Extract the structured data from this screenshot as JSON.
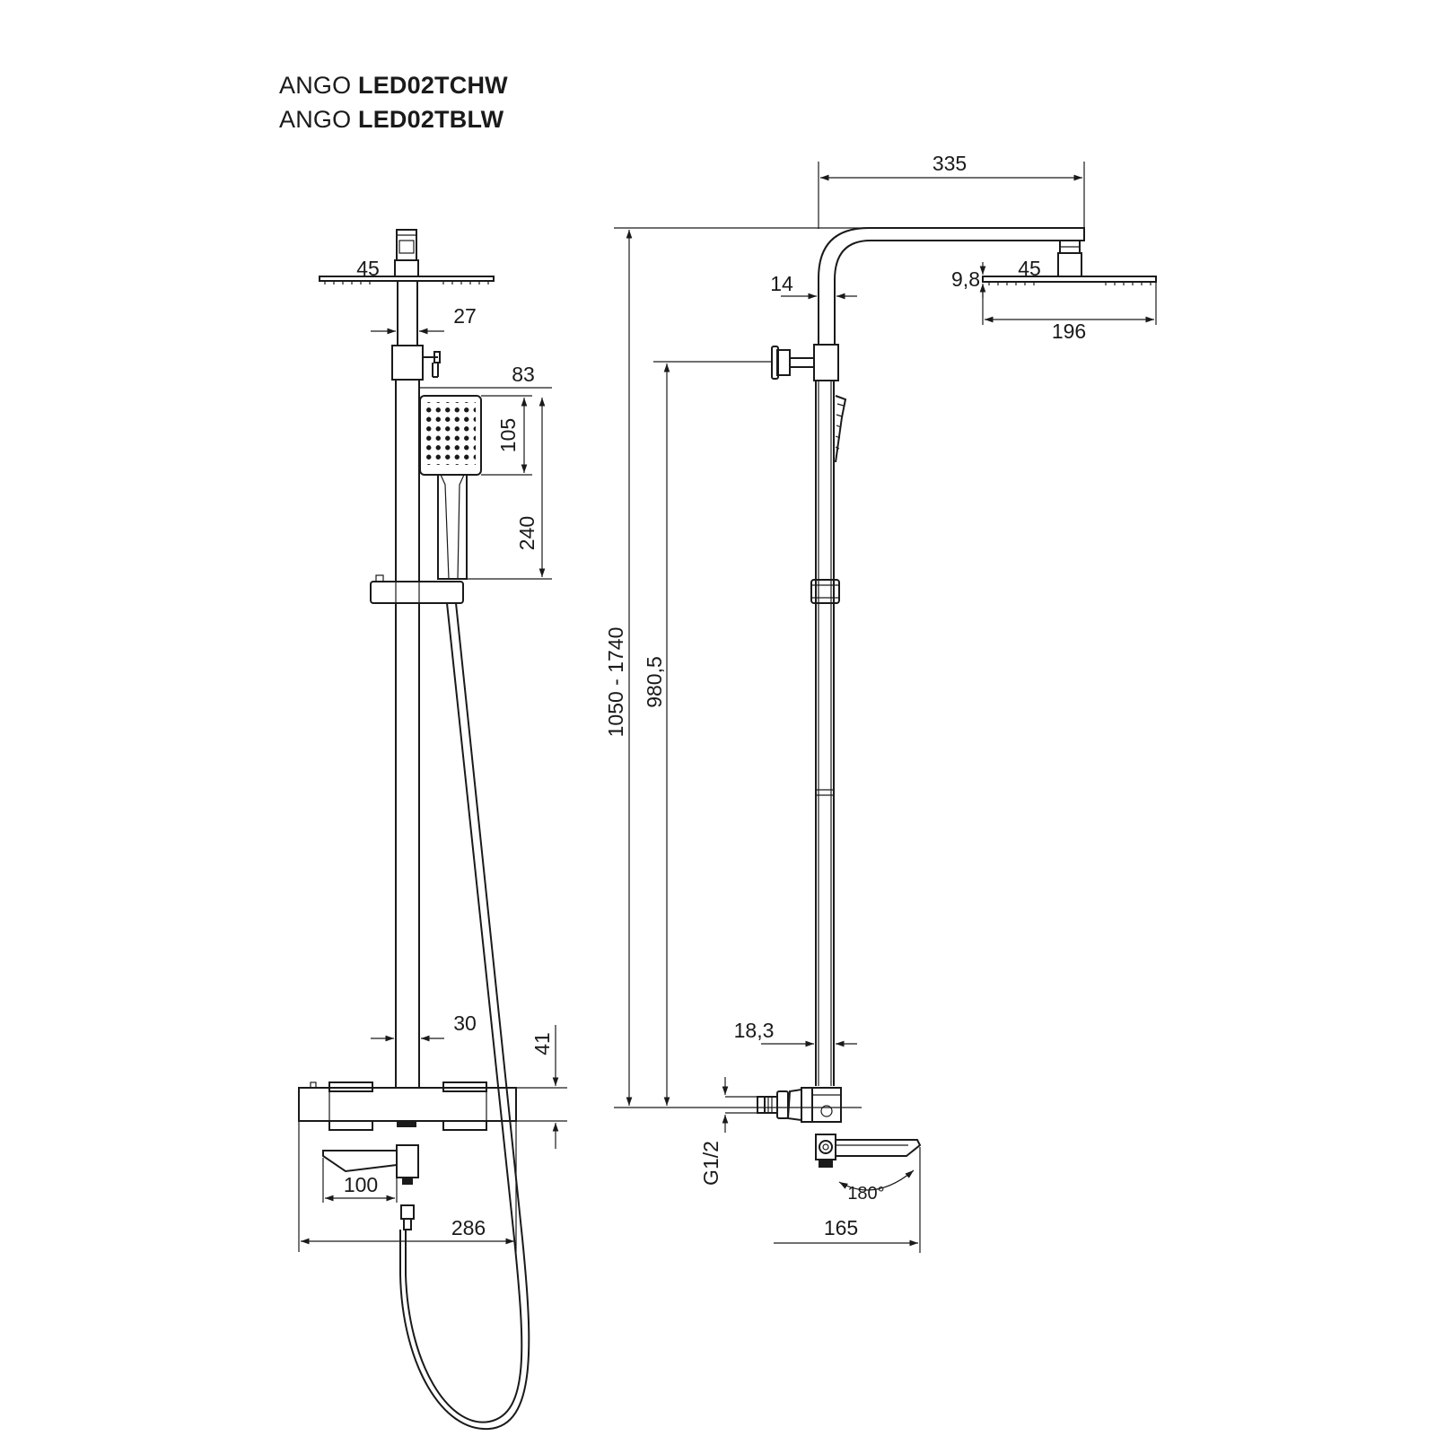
{
  "titles": [
    {
      "brand": "ANGO",
      "code": "LED02TCHW"
    },
    {
      "brand": "ANGO",
      "code": "LED02TBLW"
    }
  ],
  "front_view": {
    "dim_head_plate": "45",
    "dim_rod_width": "27",
    "dim_hand_width": "83",
    "dim_hand_height": "105",
    "dim_hand_length": "240",
    "dim_bar_width": "30",
    "dim_body_height": "41",
    "dim_spout": "100",
    "dim_total_width": "286"
  },
  "side_view": {
    "dim_arm_length": "335",
    "dim_pipe_dia": "14",
    "dim_plate_thick": "9,8",
    "dim_head_plate": "45",
    "dim_head_size": "196",
    "dim_height_range": "1050 - 1740",
    "dim_height_fixed": "980,5",
    "dim_lower_pipe": "18,3",
    "dim_thread": "G1/2",
    "dim_rotation": "180°",
    "dim_depth": "165"
  }
}
